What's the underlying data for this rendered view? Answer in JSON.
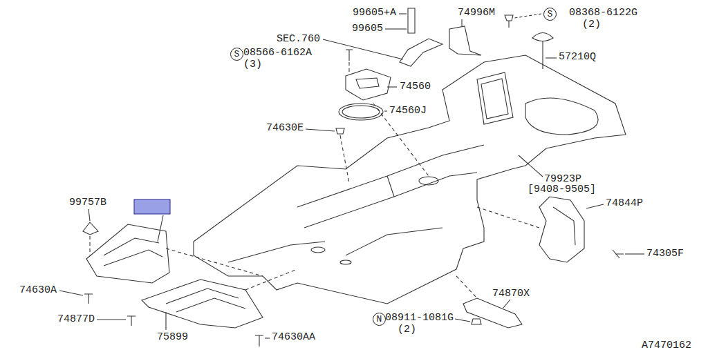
{
  "diagram": {
    "nodes": [
      {
        "text": [
          "S"
        ]
      },
      {
        "text": [
          "S"
        ]
      },
      {
        "text": [
          "N"
        ]
      }
    ],
    "labels": [
      "99605+A",
      "74996M",
      "08368-6122G",
      "(2)",
      "99605",
      "SEC.760",
      "08566-6162A",
      "(3)",
      "57210Q",
      "74560",
      "74560J",
      "74630E",
      "79923P",
      "[9408-9505]",
      "99757B",
      "74844P",
      "74305F",
      "74630A",
      "74870X",
      "08911-1081G",
      "(2)",
      "74877D",
      "75899",
      "74630AA",
      "A7470162"
    ]
  }
}
